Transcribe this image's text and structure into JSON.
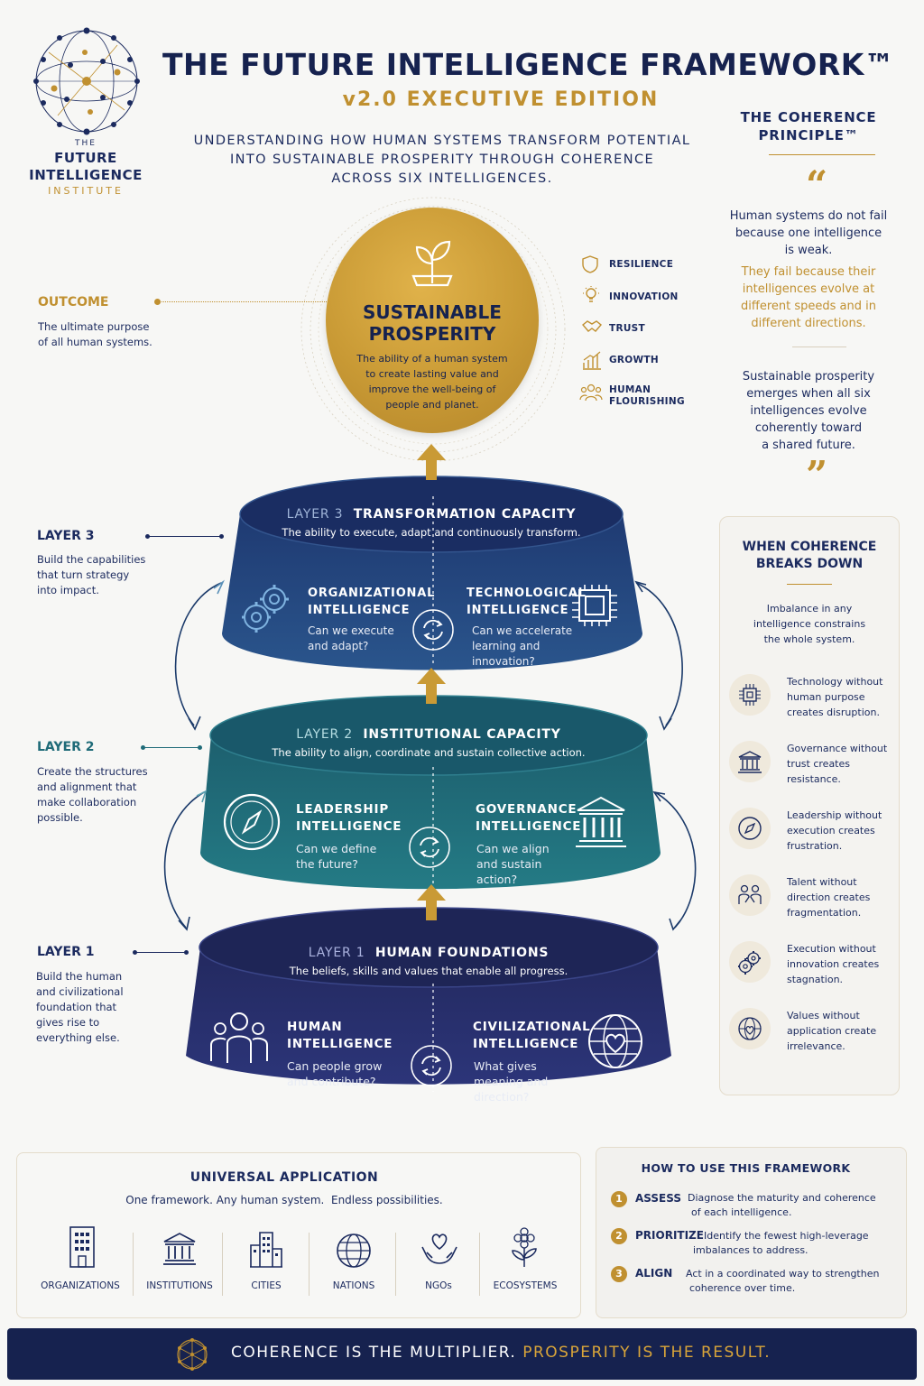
{
  "header": {
    "title": "THE FUTURE INTELLIGENCE FRAMEWORK™",
    "subtitle": "v2.0 EXECUTIVE EDITION",
    "intro_lines": [
      "UNDERSTANDING HOW HUMAN SYSTEMS TRANSFORM POTENTIAL",
      "INTO SUSTAINABLE PROSPERITY THROUGH COHERENCE",
      "ACROSS SIX INTELLIGENCES."
    ]
  },
  "logo": {
    "the": "THE",
    "line1": "FUTURE",
    "line2": "INTELLIGENCE",
    "line3": "INSTITUTE"
  },
  "outcome": {
    "heading": "OUTCOME",
    "text_lines": [
      "The ultimate purpose",
      "of all human systems."
    ]
  },
  "prosperity": {
    "title_line1": "SUSTAINABLE",
    "title_line2": "PROSPERITY",
    "desc_lines": [
      "The ability of a human system",
      "to create lasting value and",
      "improve the well-being of",
      "people and planet."
    ],
    "benefits": [
      {
        "label": "RESILIENCE",
        "icon": "shield-icon"
      },
      {
        "label": "INNOVATION",
        "icon": "lightbulb-icon"
      },
      {
        "label": "TRUST",
        "icon": "handshake-icon"
      },
      {
        "label": "GROWTH",
        "icon": "growth-chart-icon"
      },
      {
        "label_line1": "HUMAN",
        "label_line2": "FLOURISHING",
        "icon": "people-icon"
      }
    ]
  },
  "coherence_principle": {
    "heading_line1": "THE COHERENCE",
    "heading_line2": "PRINCIPLE™",
    "p1_lines": [
      "Human systems do not fail",
      "because one intelligence",
      "is weak."
    ],
    "p2_lines": [
      "They fail because their",
      "intelligences evolve at",
      "different speeds and in",
      "different directions."
    ],
    "p3_lines": [
      "Sustainable prosperity",
      "emerges when all six",
      "intelligences evolve",
      "coherently toward",
      "a shared future."
    ]
  },
  "layers": [
    {
      "side_heading": "LAYER 3",
      "side_lines": [
        "Build the capabilities",
        "that turn strategy",
        "into impact."
      ],
      "num": "LAYER 3",
      "name": "TRANSFORMATION CAPACITY",
      "desc": "The ability to execute, adapt and continuously transform.",
      "left": {
        "h1": "ORGANIZATIONAL",
        "h2": "INTELLIGENCE",
        "q1": "Can we execute",
        "q2": "and adapt?",
        "q3": ""
      },
      "right": {
        "h1": "TECHNOLOGICAL",
        "h2": "INTELLIGENCE",
        "q1": "Can we accelerate",
        "q2": "learning and",
        "q3": "innovation?"
      }
    },
    {
      "side_heading": "LAYER 2",
      "side_lines": [
        "Create the structures",
        "and alignment that",
        "make collaboration",
        "possible."
      ],
      "num": "LAYER 2",
      "name": "INSTITUTIONAL CAPACITY",
      "desc": "The ability to align, coordinate and sustain collective action.",
      "left": {
        "h1": "LEADERSHIP",
        "h2": "INTELLIGENCE",
        "q1": "Can we define",
        "q2": "the future?",
        "q3": ""
      },
      "right": {
        "h1": "GOVERNANCE",
        "h2": "INTELLIGENCE",
        "q1": "Can we align",
        "q2": "and sustain",
        "q3": "action?"
      }
    },
    {
      "side_heading": "LAYER 1",
      "side_lines": [
        "Build the human",
        "and civilizational",
        "foundation that",
        "gives rise to",
        "everything else."
      ],
      "num": "LAYER 1",
      "name": "HUMAN FOUNDATIONS",
      "desc": "The beliefs, skills and values that enable all progress.",
      "left": {
        "h1": "HUMAN",
        "h2": "INTELLIGENCE",
        "q1": "Can people grow",
        "q2": "and contribute?",
        "q3": ""
      },
      "right": {
        "h1": "CIVILIZATIONAL",
        "h2": "INTELLIGENCE",
        "q1": "What gives",
        "q2": "meaning and",
        "q3": "direction?"
      }
    }
  ],
  "breakdown": {
    "heading_line1": "WHEN COHERENCE",
    "heading_line2": "BREAKS DOWN",
    "intro_lines": [
      "Imbalance in any",
      "intelligence constrains",
      "the whole system."
    ],
    "items": [
      {
        "lines": [
          "Technology without",
          "human purpose",
          "creates disruption."
        ],
        "icon": "chip-icon"
      },
      {
        "lines": [
          "Governance without",
          "trust creates",
          "resistance."
        ],
        "icon": "institution-icon"
      },
      {
        "lines": [
          "Leadership without",
          "execution creates",
          "frustration."
        ],
        "icon": "compass-icon"
      },
      {
        "lines": [
          "Talent without",
          "direction creates",
          "fragmentation."
        ],
        "icon": "people-arrows-icon"
      },
      {
        "lines": [
          "Execution without",
          "innovation creates",
          "stagnation."
        ],
        "icon": "gears-icon"
      },
      {
        "lines": [
          "Values without",
          "application create",
          "irrelevance."
        ],
        "icon": "globe-heart-icon"
      }
    ]
  },
  "universal": {
    "heading": "UNIVERSAL APPLICATION",
    "tagline": "One framework. Any human system.  Endless possibilities.",
    "items": [
      {
        "label": "ORGANIZATIONS",
        "icon": "building-icon"
      },
      {
        "label": "INSTITUTIONS",
        "icon": "institution-icon"
      },
      {
        "label": "CITIES",
        "icon": "city-icon"
      },
      {
        "label": "NATIONS",
        "icon": "globe-icon"
      },
      {
        "label": "NGOs",
        "icon": "hands-heart-icon"
      },
      {
        "label": "ECOSYSTEMS",
        "icon": "flower-icon"
      }
    ]
  },
  "how_to": {
    "heading": "HOW TO USE THIS FRAMEWORK",
    "steps": [
      {
        "num": "1",
        "key": "ASSESS",
        "line1": "Diagnose the maturity and coherence",
        "line2": "of each intelligence."
      },
      {
        "num": "2",
        "key": "PRIORITIZE",
        "line1": "Identify the fewest high-leverage",
        "line2": "imbalances to address."
      },
      {
        "num": "3",
        "key": "ALIGN",
        "line1": "Act in a coordinated way to strengthen",
        "line2": "coherence over time."
      }
    ]
  },
  "footer": {
    "part1": "COHERENCE IS THE MULTIPLIER.",
    "part2": "PROSPERITY IS THE RESULT."
  },
  "colors": {
    "navy": "#16224f",
    "gold": "#c09030",
    "layer3": "#24467e",
    "layer2": "#1f6b78",
    "layer1": "#27306a",
    "background": "#f7f7f5"
  }
}
